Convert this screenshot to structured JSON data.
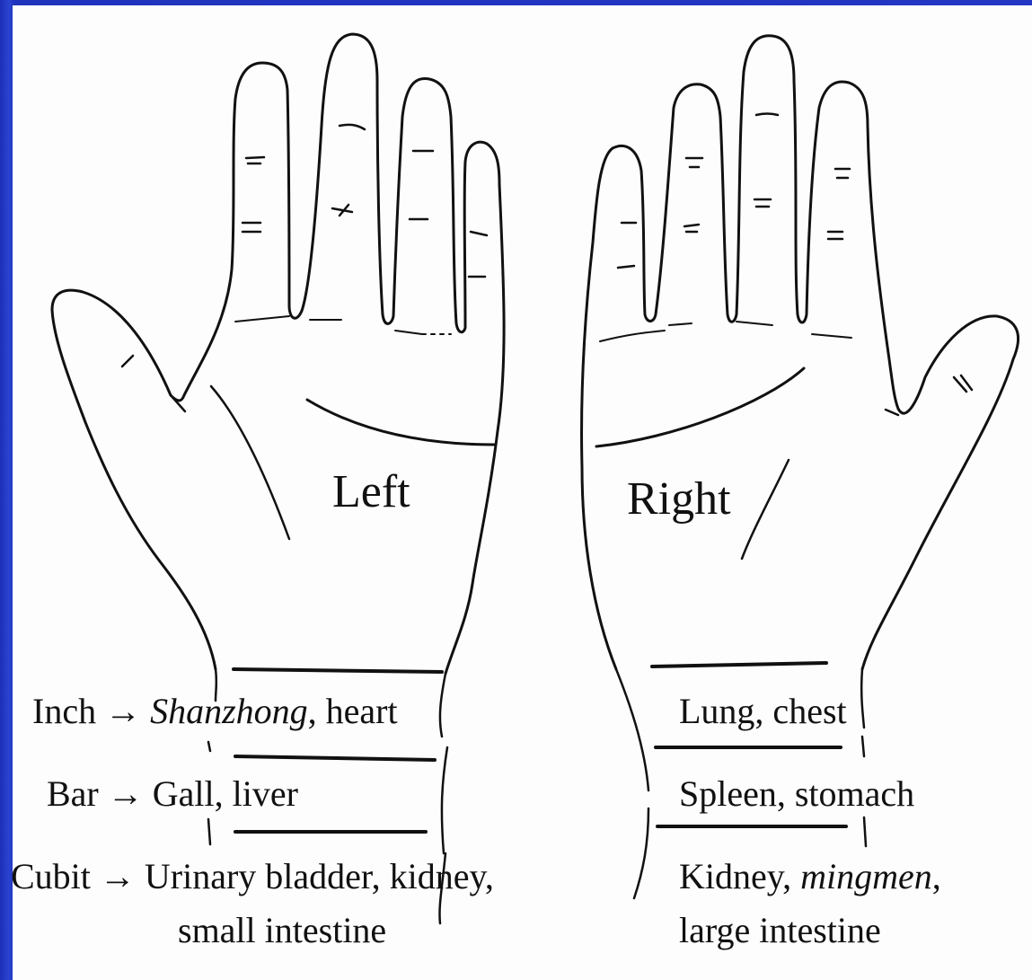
{
  "hands": {
    "left_label": "Left",
    "right_label": "Right"
  },
  "left_positions": [
    {
      "name": "Inch",
      "arrow": "→",
      "organs_italic": "Shanzhong",
      "organs_rest": ", heart"
    },
    {
      "name": "Bar",
      "arrow": "→",
      "organs": "Gall, liver"
    },
    {
      "name": "Cubit",
      "arrow": "→",
      "organs_line1": "Urinary bladder, kidney,",
      "organs_line2": "small intestine"
    }
  ],
  "right_positions": [
    {
      "organs": "Lung, chest"
    },
    {
      "organs": "Spleen, stomach"
    },
    {
      "organs_line1_a": "Kidney, ",
      "organs_line1_italic": "mingmen",
      "organs_line1_b": ",",
      "organs_line2": "large intestine"
    }
  ],
  "colors": {
    "background": "#2436c4",
    "paper": "#fdfdfd",
    "ink": "#111111"
  }
}
